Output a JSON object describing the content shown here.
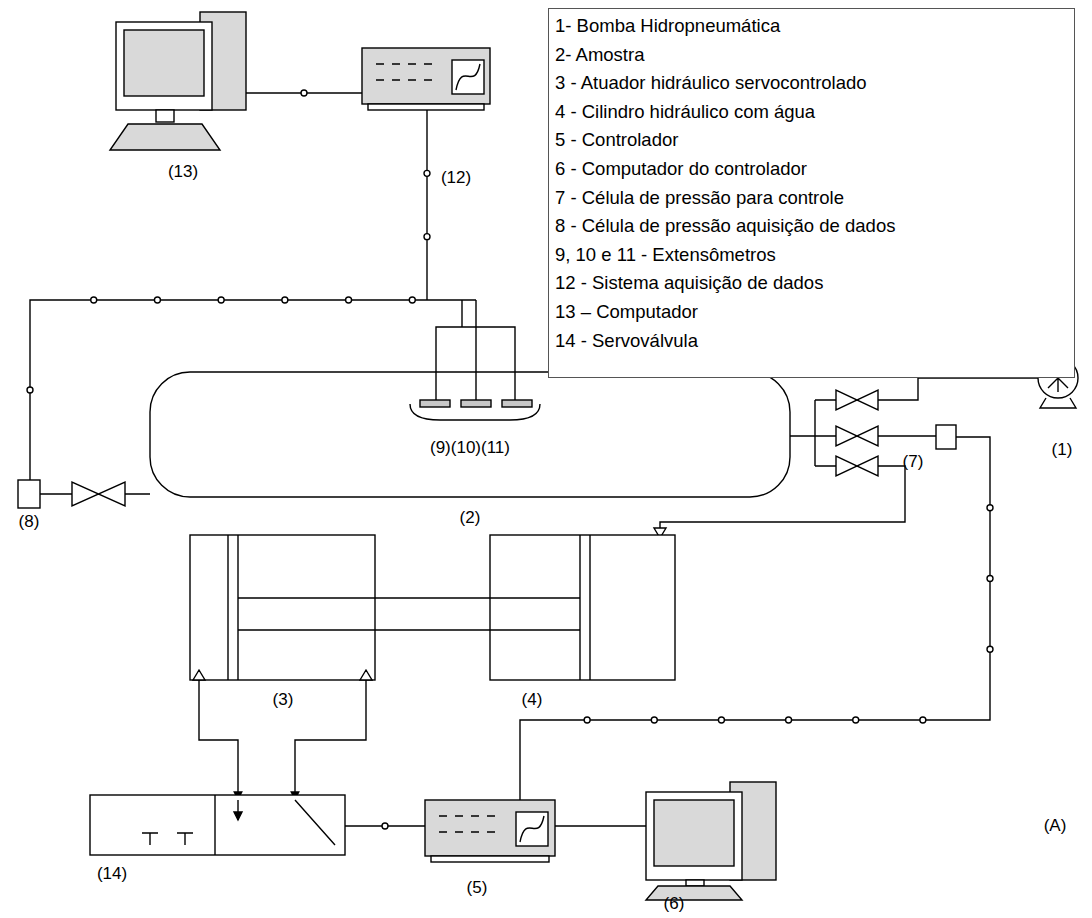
{
  "diagram": {
    "nodes": [
      {
        "text": [
          "1- Bomba Hidropneumática",
          "2- Amostra",
          "3 - Atuador hidráulico servocontrolado",
          "4 - Cilindro hidráulico com água",
          "5 - Controlador",
          "6 - Computador do controlador",
          "7 - Célula de pressão para controle",
          "8 - Célula de pressão aquisição de dados",
          "9, 10 e 11 - Extensômetros",
          "12 - Sistema aquisição de dados",
          "13 – Computador",
          "14 - Servoválvula"
        ]
      }
    ],
    "labels": [
      "(13)",
      "(12)",
      "(9)(10)(11)",
      "(8)",
      "(2)",
      "(7)",
      "(1)",
      "(3)",
      "(4)",
      "(14)",
      "(5)",
      "(6)",
      "(A)"
    ]
  }
}
